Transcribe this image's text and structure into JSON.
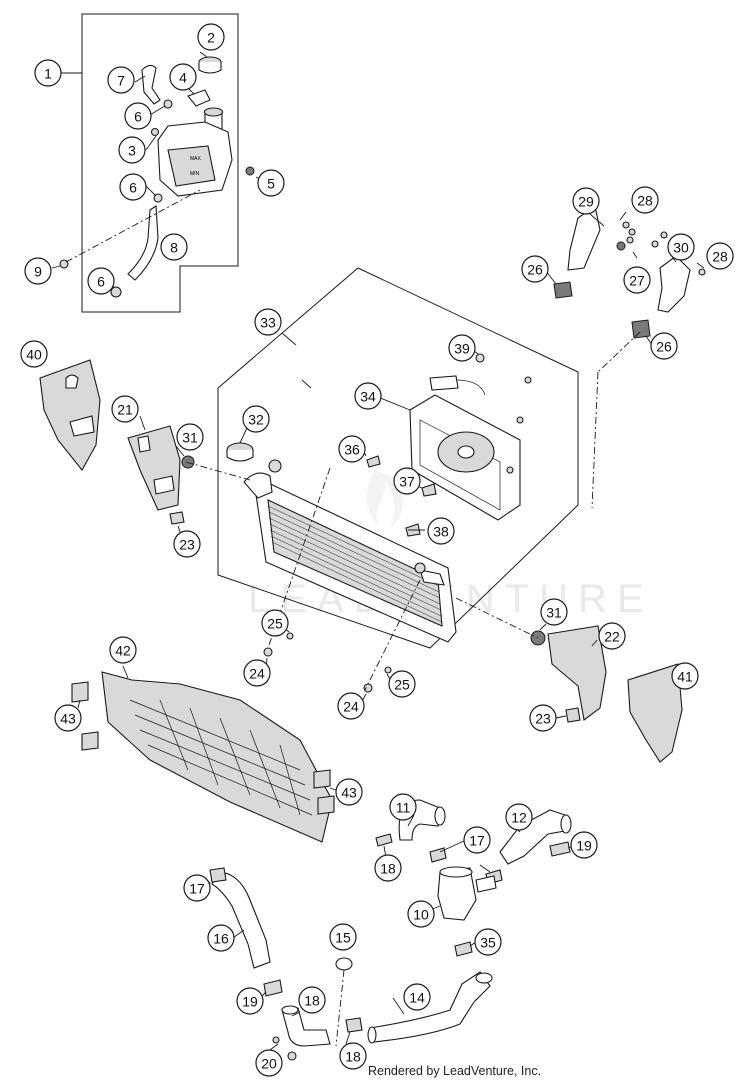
{
  "watermark": "LEADVENTURE",
  "footer": "Rendered by LeadVenture, Inc.",
  "callouts": [
    "1",
    "2",
    "4",
    "7",
    "6",
    "3",
    "5",
    "6",
    "8",
    "9",
    "6",
    "29",
    "28",
    "30",
    "28",
    "26",
    "27",
    "26",
    "33",
    "40",
    "39",
    "34",
    "21",
    "31",
    "32",
    "36",
    "37",
    "23",
    "38",
    "25",
    "24",
    "31",
    "22",
    "42",
    "41",
    "24",
    "25",
    "43",
    "23",
    "43",
    "11",
    "12",
    "19",
    "17",
    "18",
    "17",
    "10",
    "16",
    "35",
    "19",
    "18",
    "15",
    "14",
    "20",
    "18"
  ]
}
